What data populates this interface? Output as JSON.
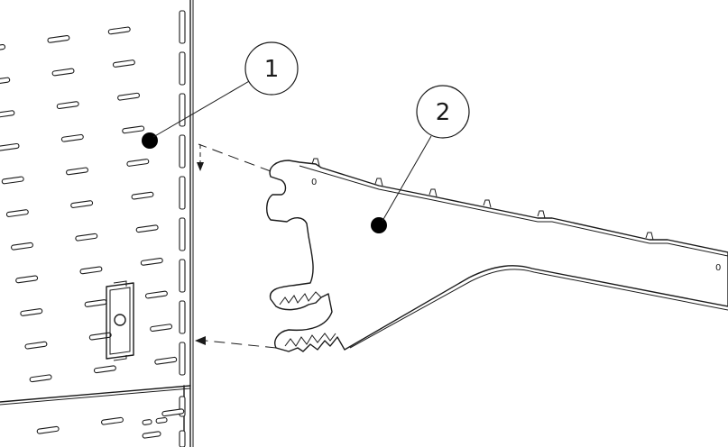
{
  "diagram": {
    "callouts": [
      {
        "id": "1",
        "label": "1"
      },
      {
        "id": "2",
        "label": "2"
      }
    ],
    "bracket_hole_marks": [
      "0",
      "0"
    ],
    "colors": {
      "ink": "#1a1a1a",
      "background": "#ffffff"
    }
  }
}
